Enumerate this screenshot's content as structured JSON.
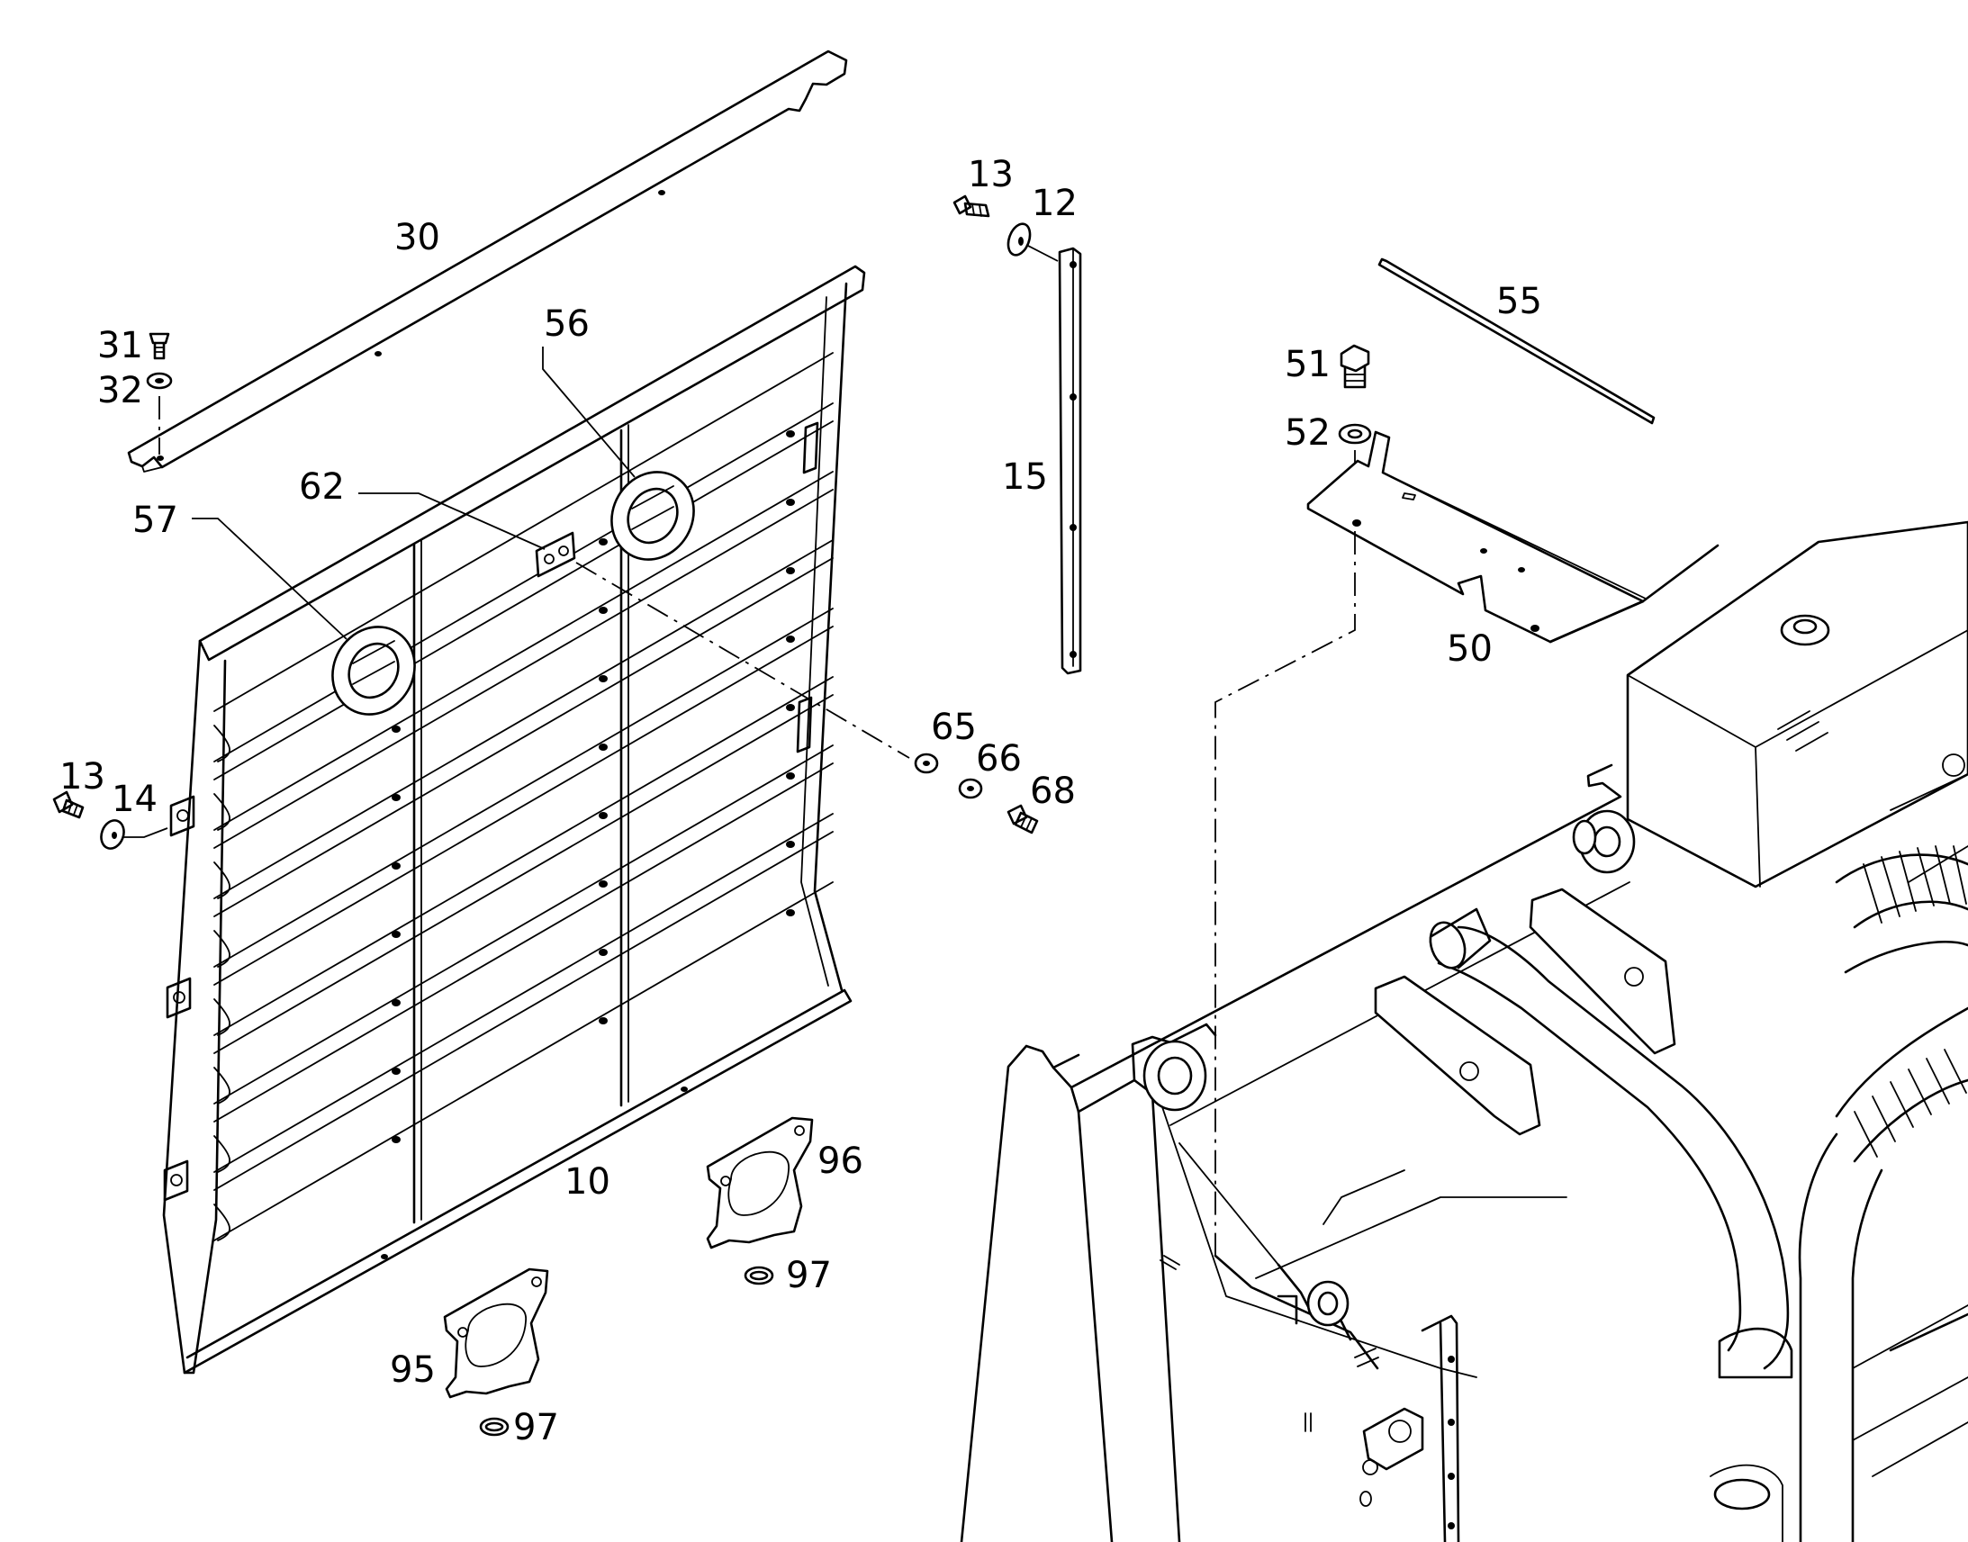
{
  "diagram": {
    "callouts": [
      {
        "id": "c-30",
        "text": "30"
      },
      {
        "id": "c-31",
        "text": "31"
      },
      {
        "id": "c-32",
        "text": "32"
      },
      {
        "id": "c-56",
        "text": "56"
      },
      {
        "id": "c-62",
        "text": "62"
      },
      {
        "id": "c-57",
        "text": "57"
      },
      {
        "id": "c-13a",
        "text": "13"
      },
      {
        "id": "c-12",
        "text": "12"
      },
      {
        "id": "c-15",
        "text": "15"
      },
      {
        "id": "c-55",
        "text": "55"
      },
      {
        "id": "c-51",
        "text": "51"
      },
      {
        "id": "c-52",
        "text": "52"
      },
      {
        "id": "c-50",
        "text": "50"
      },
      {
        "id": "c-65",
        "text": "65"
      },
      {
        "id": "c-66",
        "text": "66"
      },
      {
        "id": "c-68",
        "text": "68"
      },
      {
        "id": "c-13b",
        "text": "13"
      },
      {
        "id": "c-14",
        "text": "14"
      },
      {
        "id": "c-10",
        "text": "10"
      },
      {
        "id": "c-96",
        "text": "96"
      },
      {
        "id": "c-97a",
        "text": "97"
      },
      {
        "id": "c-95",
        "text": "95"
      },
      {
        "id": "c-97b",
        "text": "97"
      }
    ]
  }
}
